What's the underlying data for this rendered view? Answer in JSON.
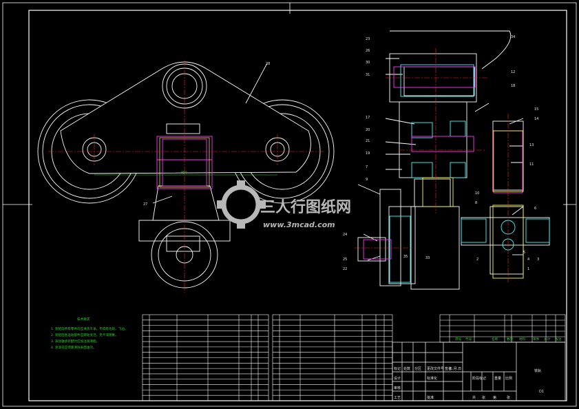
{
  "drawing": {
    "title_block": {
      "name": "铁轨",
      "scale": "D1",
      "labels": [
        "标记",
        "处数",
        "分区",
        "更改文件号",
        "签名",
        "年.月.日",
        "设计",
        "标准化",
        "阶段标记",
        "重量",
        "比例",
        "审核",
        "工艺",
        "批准",
        "共",
        "张",
        "第",
        "张"
      ]
    },
    "tech_requirements": {
      "heading": "技术要求",
      "items": [
        "1. 装配前所有零件均应清洗干净，不得有毛刺、飞边。",
        "2. 装配后各运动部件应转动灵活，无卡滞现象。",
        "3. 滚动轴承装配时应加注润滑脂。",
        "4. 涂漆前应彻底清除表面油污。"
      ]
    },
    "bom_headers": [
      "序号",
      "代号",
      "名称",
      "数量",
      "材料",
      "单件",
      "总计",
      "备注"
    ],
    "callouts_left": [
      "28",
      "27"
    ],
    "callouts_right": [
      "23",
      "26",
      "30",
      "31",
      "17",
      "20",
      "21",
      "19",
      "7",
      "9",
      "24",
      "25",
      "22",
      "1",
      "34",
      "12",
      "18",
      "15",
      "14",
      "13",
      "11",
      "10",
      "8",
      "6",
      "5",
      "4",
      "3",
      "2",
      "33",
      "35"
    ],
    "dimension_labels": [
      "850"
    ],
    "watermark": {
      "brand": "三人行图纸网",
      "url": "www.3mcad.com"
    }
  },
  "colors": {
    "background": "#000000",
    "lines": "#ffffff",
    "table_text": "#2fd62f",
    "part_magenta": "#ff33ff",
    "part_yellow": "#ffff33",
    "centerline": "#ff2020",
    "part_cyan": "#33ffff",
    "watermark": "#b8b8b8"
  }
}
